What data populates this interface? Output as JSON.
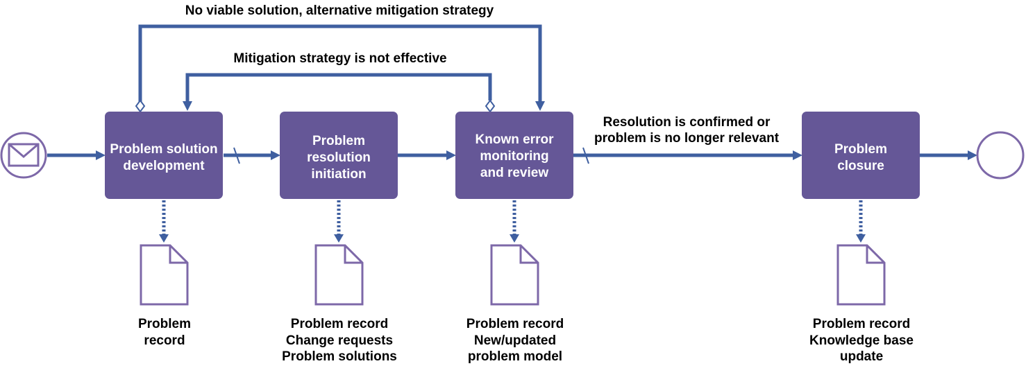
{
  "colors": {
    "flow": "#3f5fa0",
    "activity_fill": "#655797",
    "document_stroke": "#7d68a8",
    "label_text": "#000000",
    "activity_text": "#ffffff"
  },
  "start_event": {
    "icon": "envelope-icon"
  },
  "end_event": {
    "icon": "end-circle"
  },
  "activities": [
    {
      "lines": [
        "Problem solution",
        "development"
      ]
    },
    {
      "lines": [
        "Problem",
        "resolution",
        "initiation"
      ]
    },
    {
      "lines": [
        "Known error",
        "monitoring",
        "and review"
      ]
    },
    {
      "lines": [
        "Problem",
        "closure"
      ]
    }
  ],
  "flow_labels": {
    "top_loop": "No viable solution, alternative mitigation strategy",
    "inner_loop": "Mitigation strategy is not effective",
    "resolution": [
      "Resolution is confirmed or",
      "problem is no longer relevant"
    ]
  },
  "documents": [
    {
      "lines": [
        "Problem",
        "record"
      ]
    },
    {
      "lines": [
        "Problem record",
        "Change requests",
        "Problem solutions"
      ]
    },
    {
      "lines": [
        "Problem record",
        "New/updated",
        "problem model"
      ]
    },
    {
      "lines": [
        "Problem record",
        "Knowledge base",
        "update"
      ]
    }
  ]
}
